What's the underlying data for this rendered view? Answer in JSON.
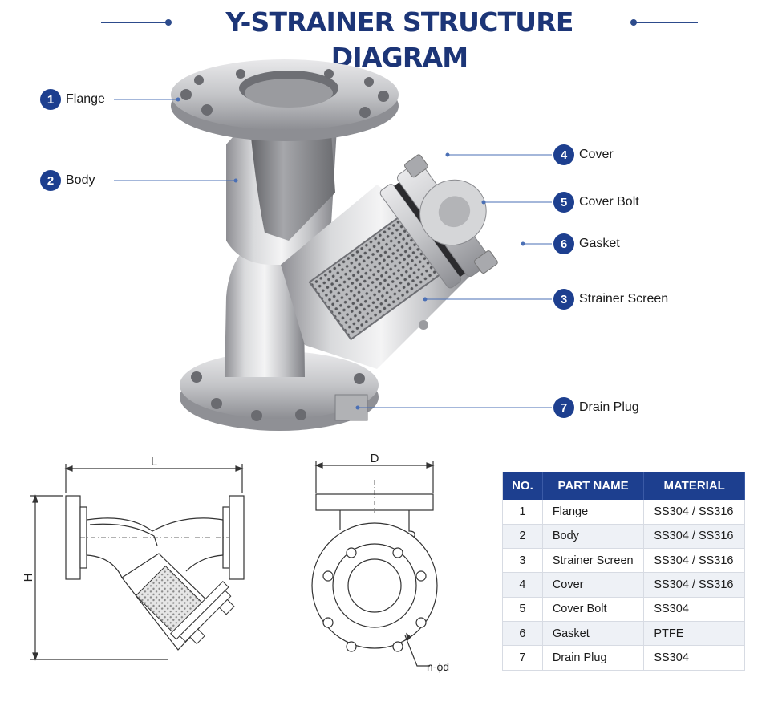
{
  "title": "Y-STRAINER STRUCTURE DIAGRAM",
  "callouts": [
    {
      "num": "1",
      "label": "Flange"
    },
    {
      "num": "2",
      "label": "Body"
    },
    {
      "num": "4",
      "label": "Cover"
    },
    {
      "num": "5",
      "label": "Cover Bolt"
    },
    {
      "num": "6",
      "label": "Gasket"
    },
    {
      "num": "3",
      "label": "Strainer Screen"
    },
    {
      "num": "7",
      "label": "Drain Plug"
    }
  ],
  "dimensions": {
    "length": "L",
    "height": "H",
    "diameter": "D",
    "bolt_holes": "n-ϕd"
  },
  "table": {
    "headers": [
      "NO.",
      "PART NAME",
      "MATERIAL"
    ],
    "rows": [
      [
        "1",
        "Flange",
        "SS304 / SS316"
      ],
      [
        "2",
        "Body",
        "SS304 / SS316"
      ],
      [
        "3",
        "Strainer Screen",
        "SS304 / SS316"
      ],
      [
        "4",
        "Cover",
        "SS304 / SS316"
      ],
      [
        "5",
        "Cover Bolt",
        "SS304"
      ],
      [
        "6",
        "Gasket",
        "PTFE"
      ],
      [
        "7",
        "Drain Plug",
        "SS304"
      ]
    ]
  },
  "colors": {
    "accent": "#1d3f8f",
    "title": "#1c3577",
    "row_alt": "#eef1f6"
  }
}
